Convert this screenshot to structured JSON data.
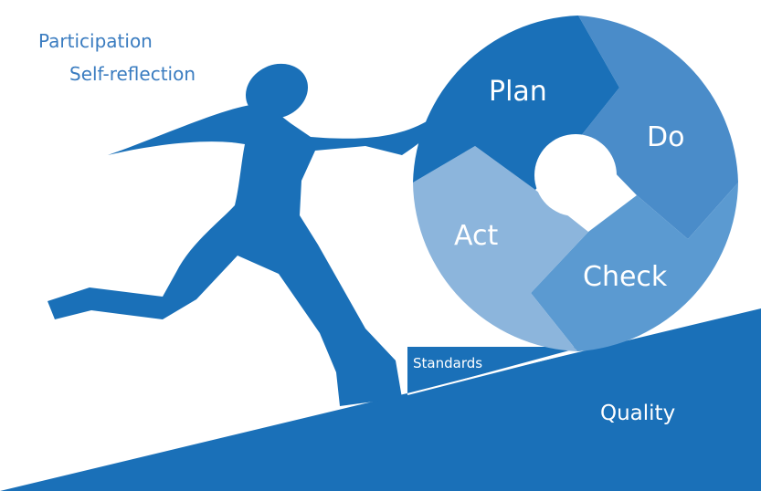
{
  "labels": {
    "participation": "Participation",
    "self_reflection": "Self-reflection",
    "plan": "Plan",
    "do": "Do",
    "check": "Check",
    "act": "Act",
    "standards": "Standards",
    "quality": "Quality"
  },
  "colors": {
    "dark_blue": "#1a70b8",
    "mid_blue": "#4a8cc9",
    "check_blue": "#5b9ad1",
    "light_blue": "#8cb5dc",
    "text_blue": "#3a7cc0",
    "white": "#ffffff"
  }
}
